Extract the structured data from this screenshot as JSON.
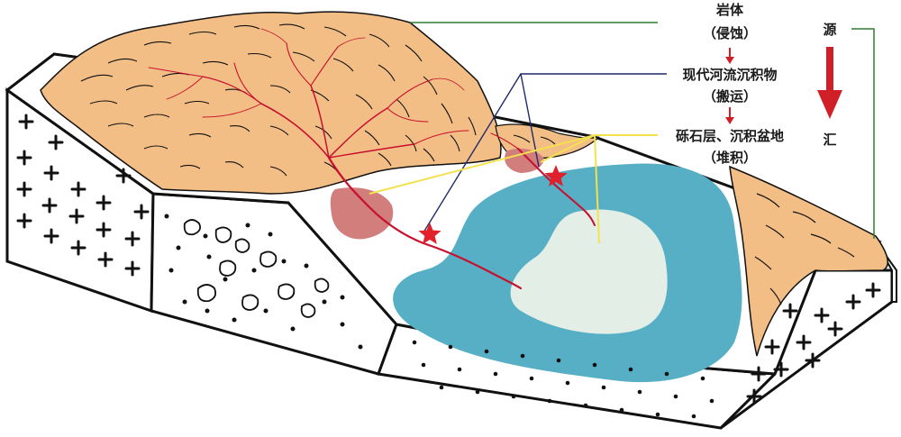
{
  "labels": {
    "rock": "岩体",
    "erosion": "（侵蚀）",
    "river_sediment": "现代河流沉积物",
    "transport": "（搬运）",
    "basin": "砾石层、沉积盆地",
    "deposition": "（堆积）",
    "source": "源",
    "sink": "汇"
  },
  "colors": {
    "mountain": "#F2BE85",
    "lake": "#56AFC4",
    "lake_center": "#E3EEE6",
    "fan": "#D17E7C",
    "river": "#C8102E",
    "star": "#E0202A",
    "arrow": "#D11F27",
    "leader_green": "#2E7D32",
    "leader_navy": "#1F2A6B",
    "leader_yellow": "#F3E24D"
  },
  "icons": [
    "star-marker-icon",
    "down-arrow-icon"
  ]
}
